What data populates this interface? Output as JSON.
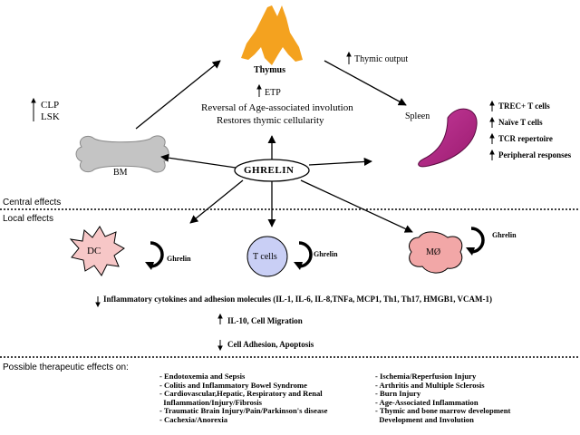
{
  "colors": {
    "thymus": "#f4a21f",
    "spleen": "#9b1b6f",
    "bone": "#c4c4c4",
    "dc_star": "#f7c7c7",
    "tcell": "#c9cff5",
    "macrophage": "#f2a7a7"
  },
  "center": {
    "label": "GHRELIN"
  },
  "thymus": {
    "label": "Thymus",
    "output": "Thymic output",
    "etp": "ETP",
    "line1": "Reversal of Age-associated involution",
    "line2": "Restores thymic cellularity"
  },
  "bm": {
    "label": "BM",
    "clp": "CLP",
    "lsk": "LSK"
  },
  "spleen": {
    "label": "Spleen",
    "effects": [
      "TREC+ T cells",
      "Naïve T cells",
      "TCR repertoire",
      "Peripheral responses"
    ]
  },
  "sections": {
    "central": "Central effects",
    "local": "Local effects"
  },
  "cells": {
    "dc": "DC",
    "tcells": "T cells",
    "mo": "MØ",
    "ghrelin_tag": "Ghrelin"
  },
  "local_effects": {
    "inflammatory": "Inflammatory cytokines and adhesion molecules (IL-1, IL-6, IL-8,TNFa, MCP1, Th1, Th17, HMGB1, VCAM-1)",
    "il10": "IL-10,  Cell Migration",
    "adhesion": "Cell Adhesion, Apoptosis"
  },
  "therapeutic": {
    "title": "Possible therapeutic effects on:",
    "left": [
      "- Endotoxemia and Sepsis",
      "- Colitis and Inflammatory Bowel Syndrome",
      "- Cardiovascular,Hepatic, Respiratory and Renal",
      "  Inflammation/Injury/Fibrosis",
      "- Traumatic Brain Injury/Pain/Parkinson's disease",
      "- Cachexia/Anorexia"
    ],
    "right": [
      "- Ischemia/Reperfusion Injury",
      "- Arthritis and Multiple Sclerosis",
      "- Burn Injury",
      "- Age-Associated Inflammation",
      "- Thymic and bone marrow development",
      "  Development and Involution"
    ]
  }
}
